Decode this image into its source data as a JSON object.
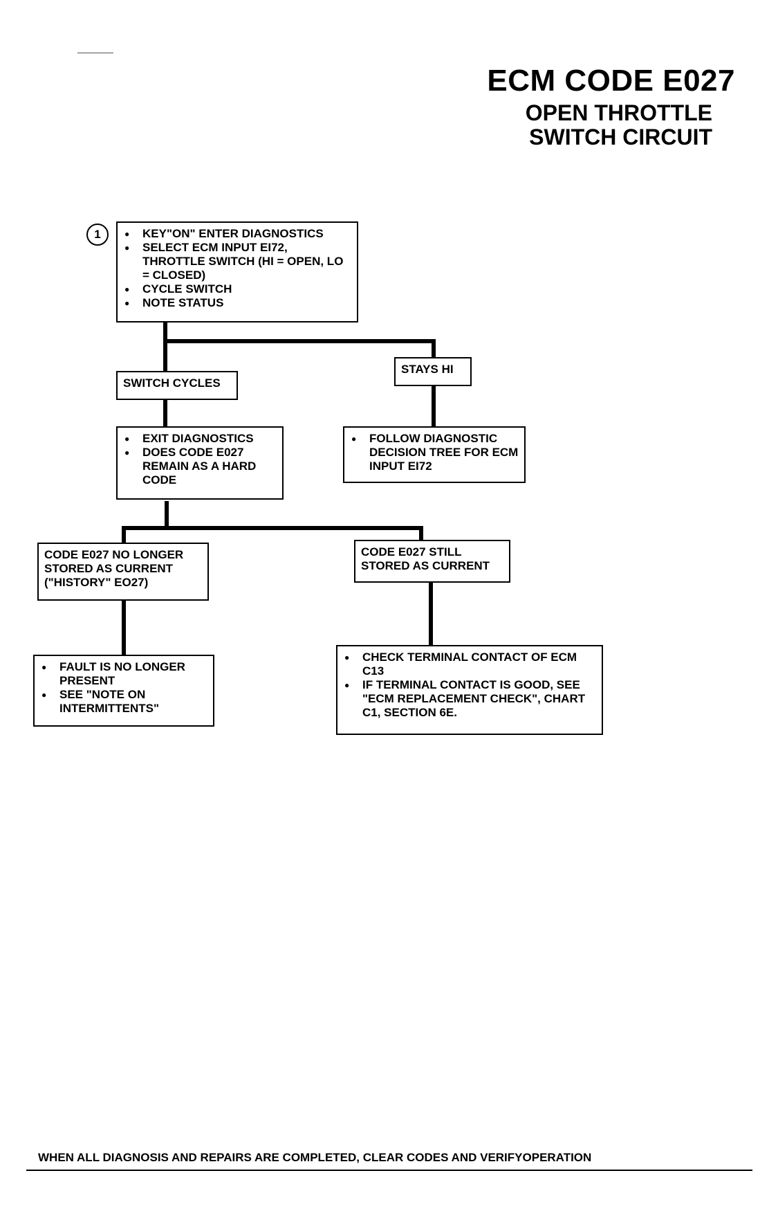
{
  "title": {
    "main": "ECM CODE E027",
    "sub_line1": "OPEN THROTTLE",
    "sub_line2": "SWITCH CIRCUIT"
  },
  "step_marker": "1",
  "boxes": {
    "start": {
      "items": [
        "KEY\"ON\" ENTER DIAGNOSTICS",
        "SELECT ECM INPUT EI72, THROTTLE SWITCH (HI = OPEN, LO = CLOSED)",
        "CYCLE SWITCH",
        "NOTE STATUS"
      ]
    },
    "switch_cycles": {
      "text": "SWITCH CYCLES"
    },
    "stays_hi": {
      "text": "STAYS HI"
    },
    "exit_diagnostics": {
      "items": [
        "EXIT DIAGNOSTICS",
        "DOES CODE E027 REMAIN AS A HARD CODE"
      ]
    },
    "follow_tree": {
      "items": [
        "FOLLOW DIAGNOSTIC DECISION TREE FOR ECM INPUT EI72"
      ]
    },
    "no_longer_stored": {
      "text": "CODE E027 NO LONGER STORED AS CURRENT (\"HISTORY\" EO27)"
    },
    "still_stored": {
      "text": "CODE E027 STILL STORED AS CURRENT"
    },
    "fault_not_present": {
      "items": [
        "FAULT IS NO LONGER PRESENT",
        "SEE \"NOTE ON INTERMITTENTS\""
      ]
    },
    "check_terminal": {
      "items": [
        "CHECK TERMINAL CONTACT OF ECM C13",
        "IF TERMINAL CONTACT IS GOOD, SEE \"ECM REPLACEMENT CHECK\", CHART C1, SECTION 6E."
      ]
    }
  },
  "footer": "WHEN ALL DIAGNOSIS AND REPAIRS ARE COMPLETED, CLEAR CODES AND VERIFYOPERATION"
}
